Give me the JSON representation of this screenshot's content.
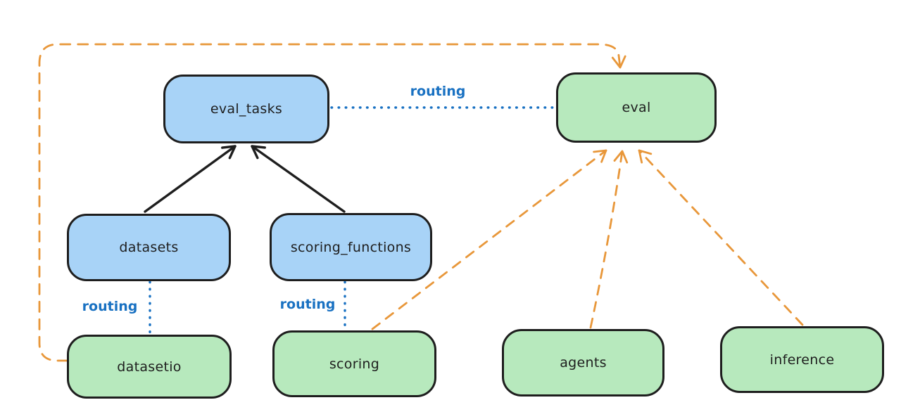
{
  "diagram": {
    "title": "",
    "nodes": [
      {
        "id": "eval_tasks",
        "label": "eval_tasks",
        "kind": "registry",
        "fill": "#a8d3f7"
      },
      {
        "id": "eval",
        "label": "eval",
        "kind": "api",
        "fill": "#b7e9bd"
      },
      {
        "id": "datasets",
        "label": "datasets",
        "kind": "registry",
        "fill": "#a8d3f7"
      },
      {
        "id": "scoring_functions",
        "label": "scoring_functions",
        "kind": "registry",
        "fill": "#a8d3f7"
      },
      {
        "id": "datasetio",
        "label": "datasetio",
        "kind": "api",
        "fill": "#b7e9bd"
      },
      {
        "id": "scoring",
        "label": "scoring",
        "kind": "api",
        "fill": "#b7e9bd"
      },
      {
        "id": "agents",
        "label": "agents",
        "kind": "api",
        "fill": "#b7e9bd"
      },
      {
        "id": "inference",
        "label": "inference",
        "kind": "api",
        "fill": "#b7e9bd"
      }
    ],
    "edges": [
      {
        "from": "datasets",
        "to": "eval_tasks",
        "style": "solid-arrow",
        "label": "",
        "color": "#1e1e1e"
      },
      {
        "from": "scoring_functions",
        "to": "eval_tasks",
        "style": "solid-arrow",
        "label": "",
        "color": "#1e1e1e"
      },
      {
        "from": "eval_tasks",
        "to": "eval",
        "style": "dotted-line",
        "label": "routing",
        "color": "#1971c2"
      },
      {
        "from": "datasets",
        "to": "datasetio",
        "style": "dotted-line",
        "label": "routing",
        "color": "#1971c2"
      },
      {
        "from": "scoring_functions",
        "to": "scoring",
        "style": "dotted-line",
        "label": "routing",
        "color": "#1971c2"
      },
      {
        "from": "scoring",
        "to": "eval",
        "style": "dashed-arrow",
        "label": "",
        "color": "#e8973a"
      },
      {
        "from": "agents",
        "to": "eval",
        "style": "dashed-arrow",
        "label": "",
        "color": "#e8973a"
      },
      {
        "from": "inference",
        "to": "eval",
        "style": "dashed-arrow",
        "label": "",
        "color": "#e8973a"
      },
      {
        "from": "datasetio",
        "to": "eval",
        "style": "dashed-arrow",
        "label": "",
        "color": "#e8973a"
      }
    ],
    "colors": {
      "background": "#ffffff",
      "node_stroke": "#1e1e1e",
      "blue_fill": "#a8d3f7",
      "green_fill": "#b7e9bd",
      "solid_arrow": "#1e1e1e",
      "routing_line": "#1971c2",
      "dashed_arrow": "#e8973a"
    }
  }
}
